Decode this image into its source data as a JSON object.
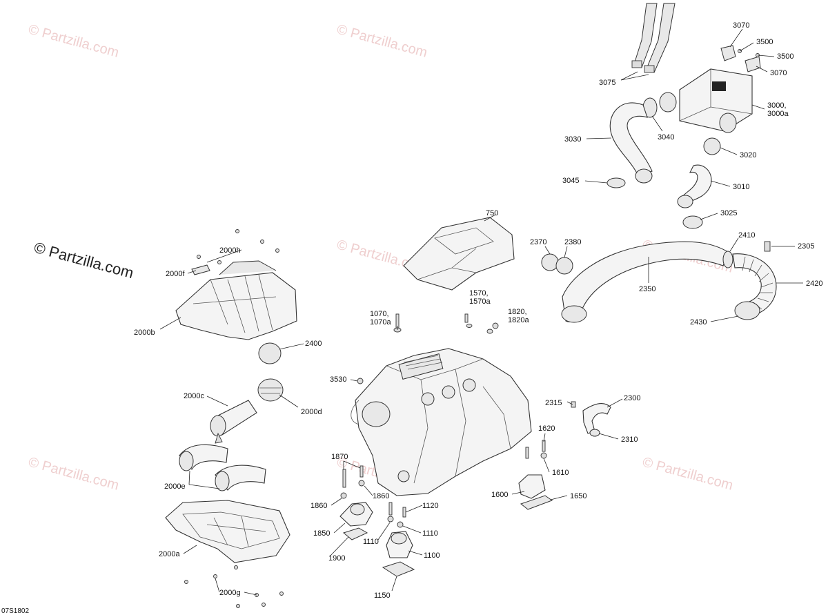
{
  "watermark": {
    "faint_text": "© Partzilla.com",
    "main_text": "© Partzilla.com"
  },
  "diagram_code": "07S1802",
  "labels": {
    "l3070a": "3070",
    "l3500a": "3500",
    "l3500b": "3500",
    "l3070b": "3070",
    "l3075": "3075",
    "l3000": "3000,",
    "l3000a": "3000a",
    "l3030": "3030",
    "l3040": "3040",
    "l3020": "3020",
    "l3045": "3045",
    "l3010": "3010",
    "l3025": "3025",
    "l750": "750",
    "l2370": "2370",
    "l2380": "2380",
    "l2410": "2410",
    "l2305": "2305",
    "l2420": "2420",
    "l2350": "2350",
    "l2430": "2430",
    "l2000h": "2000h",
    "l2000f": "2000f",
    "l2000b": "2000b",
    "l2400": "2400",
    "l1070": "1070,",
    "l1070a": "1070a",
    "l1570": "1570,",
    "l1570a": "1570a",
    "l1820": "1820,",
    "l1820a": "1820a",
    "l3530": "3530",
    "l2000c": "2000c",
    "l2000d": "2000d",
    "l2315": "2315",
    "l2300": "2300",
    "l2310": "2310",
    "l1620": "1620",
    "l1870": "1870",
    "l1610": "1610",
    "l2000e": "2000e",
    "l1600": "1600",
    "l1650": "1650",
    "l1860a": "1860",
    "l1860b": "1860",
    "l1120": "1120",
    "l1850": "1850",
    "l1110a": "1110",
    "l1110b": "1110",
    "l1900": "1900",
    "l1100": "1100",
    "l2000a": "2000a",
    "l2000g": "2000g",
    "l1150": "1150"
  }
}
